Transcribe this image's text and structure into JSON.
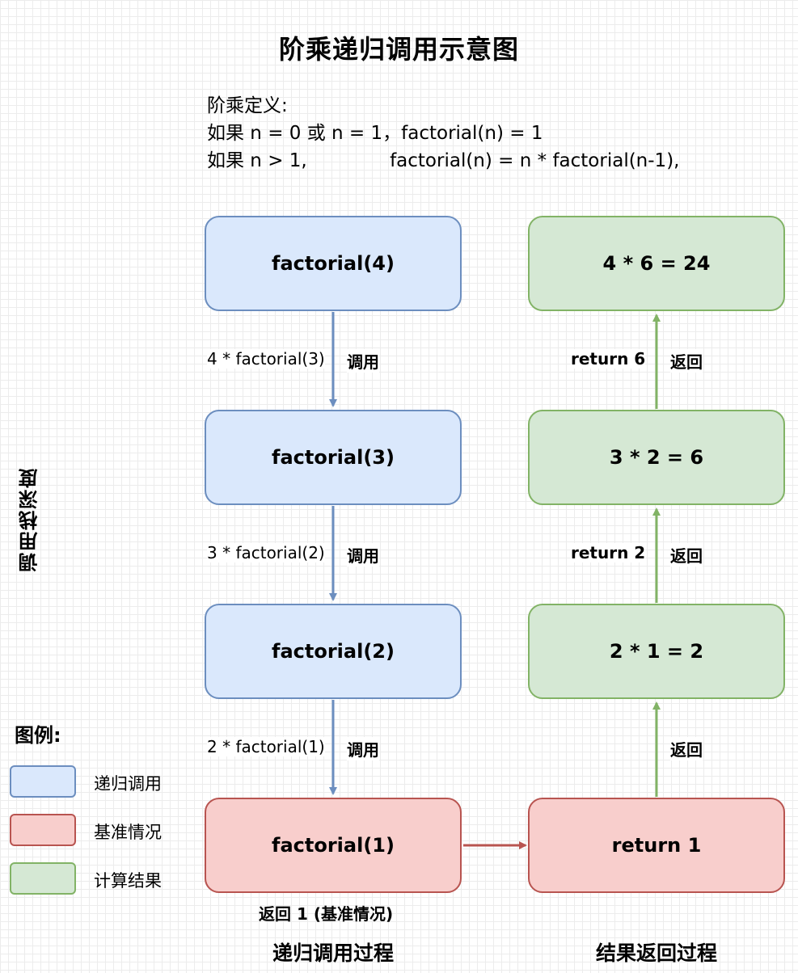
{
  "title": "阶乘递归调用示意图",
  "definition": {
    "heading": "阶乘定义:",
    "line1": "如果 n = 0 或 n = 1，factorial(n) = 1",
    "line2": "如果 n > 1,              factorial(n) = n * factorial(n-1),"
  },
  "stack_depth_label": "调用栈深度",
  "recursion_boxes": [
    "factorial(4)",
    "factorial(3)",
    "factorial(2)",
    "factorial(1)"
  ],
  "result_boxes": [
    "4 * 6 = 24",
    "3 * 2 = 6",
    "2 * 1 = 2",
    "return 1"
  ],
  "call_labels": [
    {
      "expr": "4 * factorial(3)",
      "tag": "调用"
    },
    {
      "expr": "3 * factorial(2)",
      "tag": "调用"
    },
    {
      "expr": "2 * factorial(1)",
      "tag": "调用"
    }
  ],
  "return_labels": [
    {
      "value": "return 6",
      "tag": "返回"
    },
    {
      "value": "return 2",
      "tag": "返回"
    },
    {
      "value": "",
      "tag": "返回"
    }
  ],
  "base_case_note": "返回 1 (基准情况)",
  "legend": {
    "title": "图例:",
    "items": [
      "递归调用",
      "基准情况",
      "计算结果"
    ]
  },
  "columns": {
    "left": "递归调用过程",
    "right": "结果返回过程"
  },
  "colors": {
    "blue_fill": "#dae8fc",
    "blue_stroke": "#6c8ebf",
    "red_fill": "#f8cecc",
    "red_stroke": "#b85450",
    "green_fill": "#d5e8d4",
    "green_stroke": "#82b366"
  }
}
